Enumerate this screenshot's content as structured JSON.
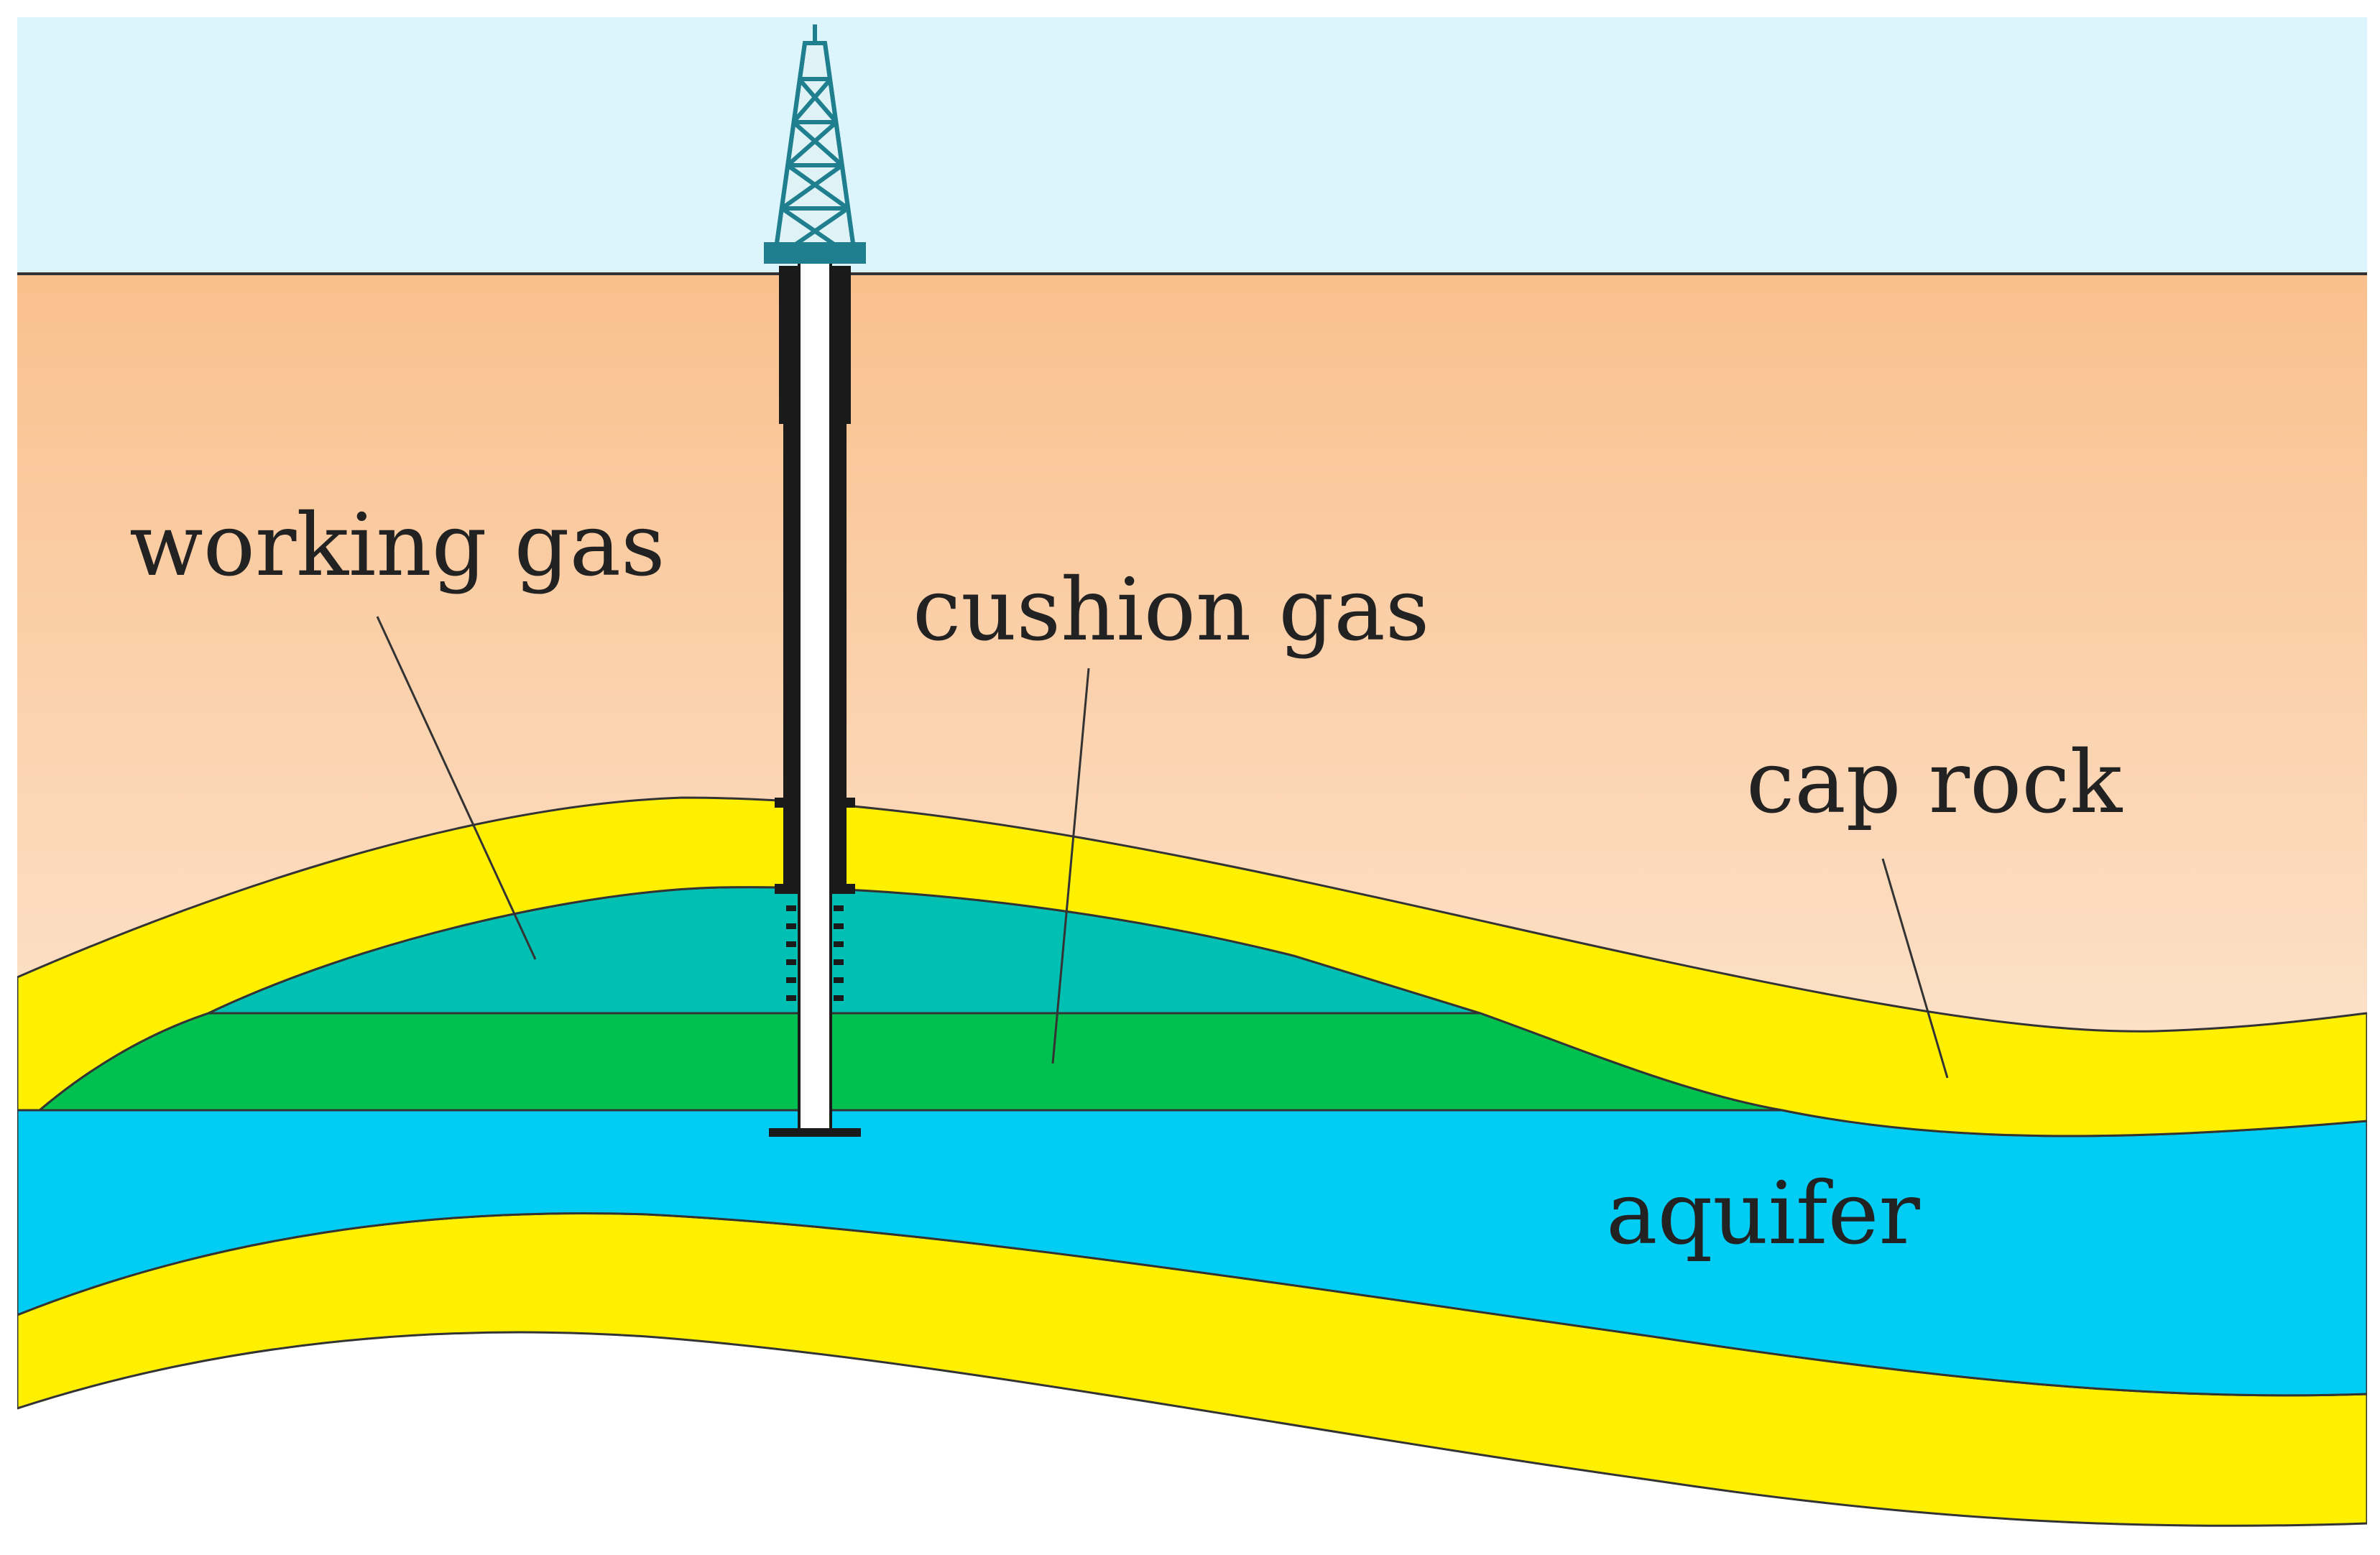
{
  "labels": {
    "working_gas": "working gas",
    "cushion_gas": "cushion gas",
    "cap_rock": "cap rock",
    "aquifer": "aquifer"
  },
  "colors": {
    "sky": "#dcf4fb",
    "soil_top": "#f9c08d",
    "soil_bottom": "#fff6ee",
    "cap_rock": "#fff000",
    "working_gas": "#00bfb3",
    "cushion_gas": "#00c050",
    "aquifer": "#00ccf4",
    "rig": "#1f7f8f",
    "well_casing": "#1a1a1a"
  }
}
